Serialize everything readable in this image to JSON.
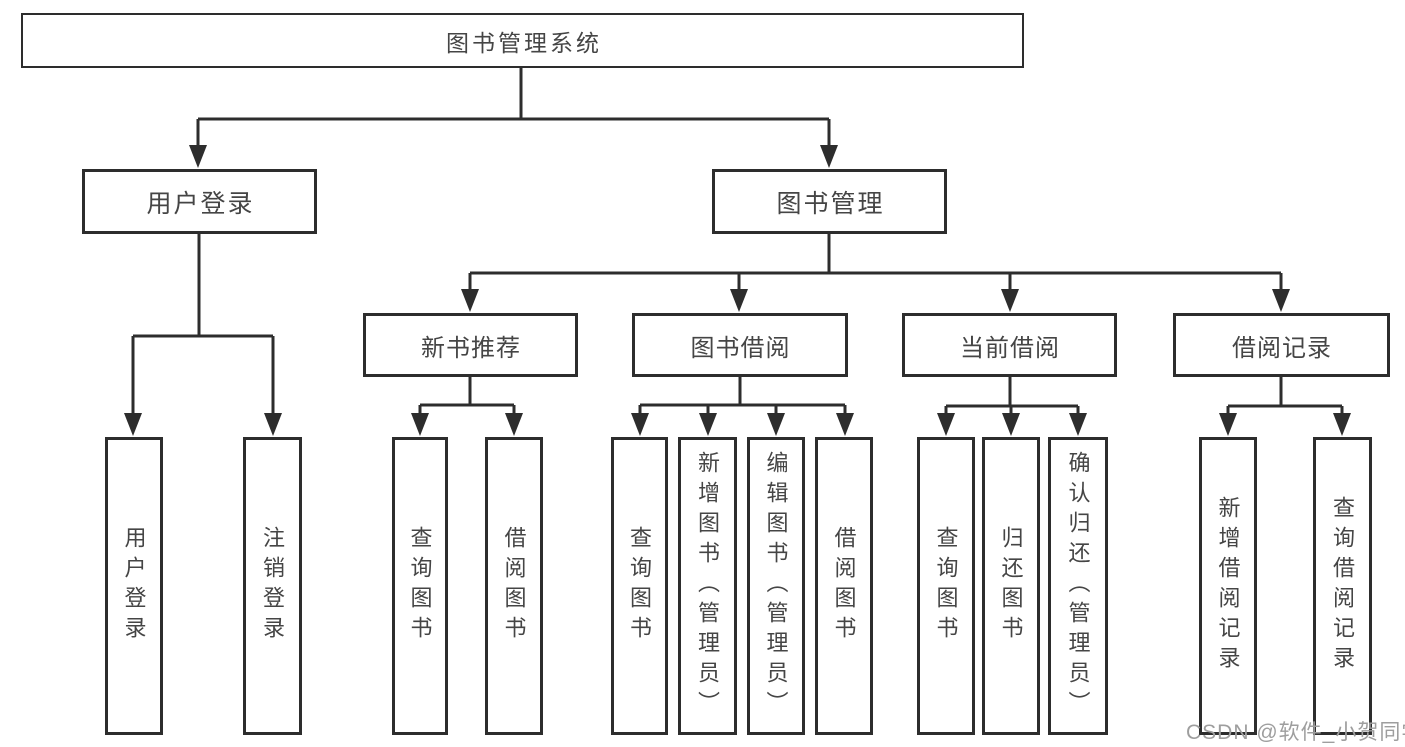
{
  "tree": {
    "label": "图书管理系统",
    "children": [
      {
        "label": "用户登录",
        "children": [
          {
            "label": "用户登录"
          },
          {
            "label": "注销登录"
          }
        ]
      },
      {
        "label": "图书管理",
        "children": [
          {
            "label": "新书推荐",
            "children": [
              {
                "label": "查询图书"
              },
              {
                "label": "借阅图书"
              }
            ]
          },
          {
            "label": "图书借阅",
            "children": [
              {
                "label": "查询图书"
              },
              {
                "label": "新增图书（管理员）"
              },
              {
                "label": "编辑图书（管理员）"
              },
              {
                "label": "借阅图书"
              }
            ]
          },
          {
            "label": "当前借阅",
            "children": [
              {
                "label": "查询图书"
              },
              {
                "label": "归还图书"
              },
              {
                "label": "确认归还（管理员）"
              }
            ]
          },
          {
            "label": "借阅记录",
            "children": [
              {
                "label": "新增借阅记录"
              },
              {
                "label": "查询借阅记录"
              }
            ]
          }
        ]
      }
    ]
  },
  "watermark": {
    "text": "CSDN @软件_小贺同学"
  },
  "colors": {
    "line": "#2d2d2d",
    "text": "#454545",
    "watermark": "#9e9e9e",
    "background": "#ffffff"
  }
}
